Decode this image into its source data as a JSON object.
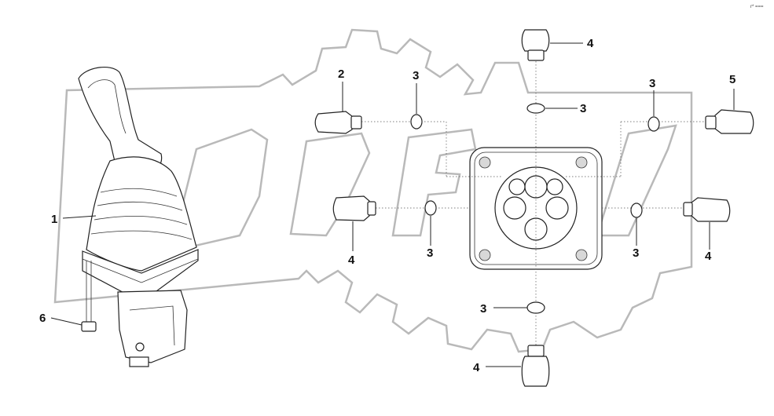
{
  "corner_mark": "r* ===",
  "callouts": {
    "joystick": "1",
    "fitting_top_left": "2",
    "oring_upper_left": "3",
    "fitting_top_center": "4",
    "oring_top_center": "3",
    "oring_upper_right": "3",
    "fitting_upper_right": "5",
    "fitting_mid_left": "4",
    "oring_mid_left": "3",
    "oring_mid_right": "3",
    "fitting_mid_right": "4",
    "screw": "6",
    "oring_bottom": "3",
    "fitting_bottom": "4"
  }
}
